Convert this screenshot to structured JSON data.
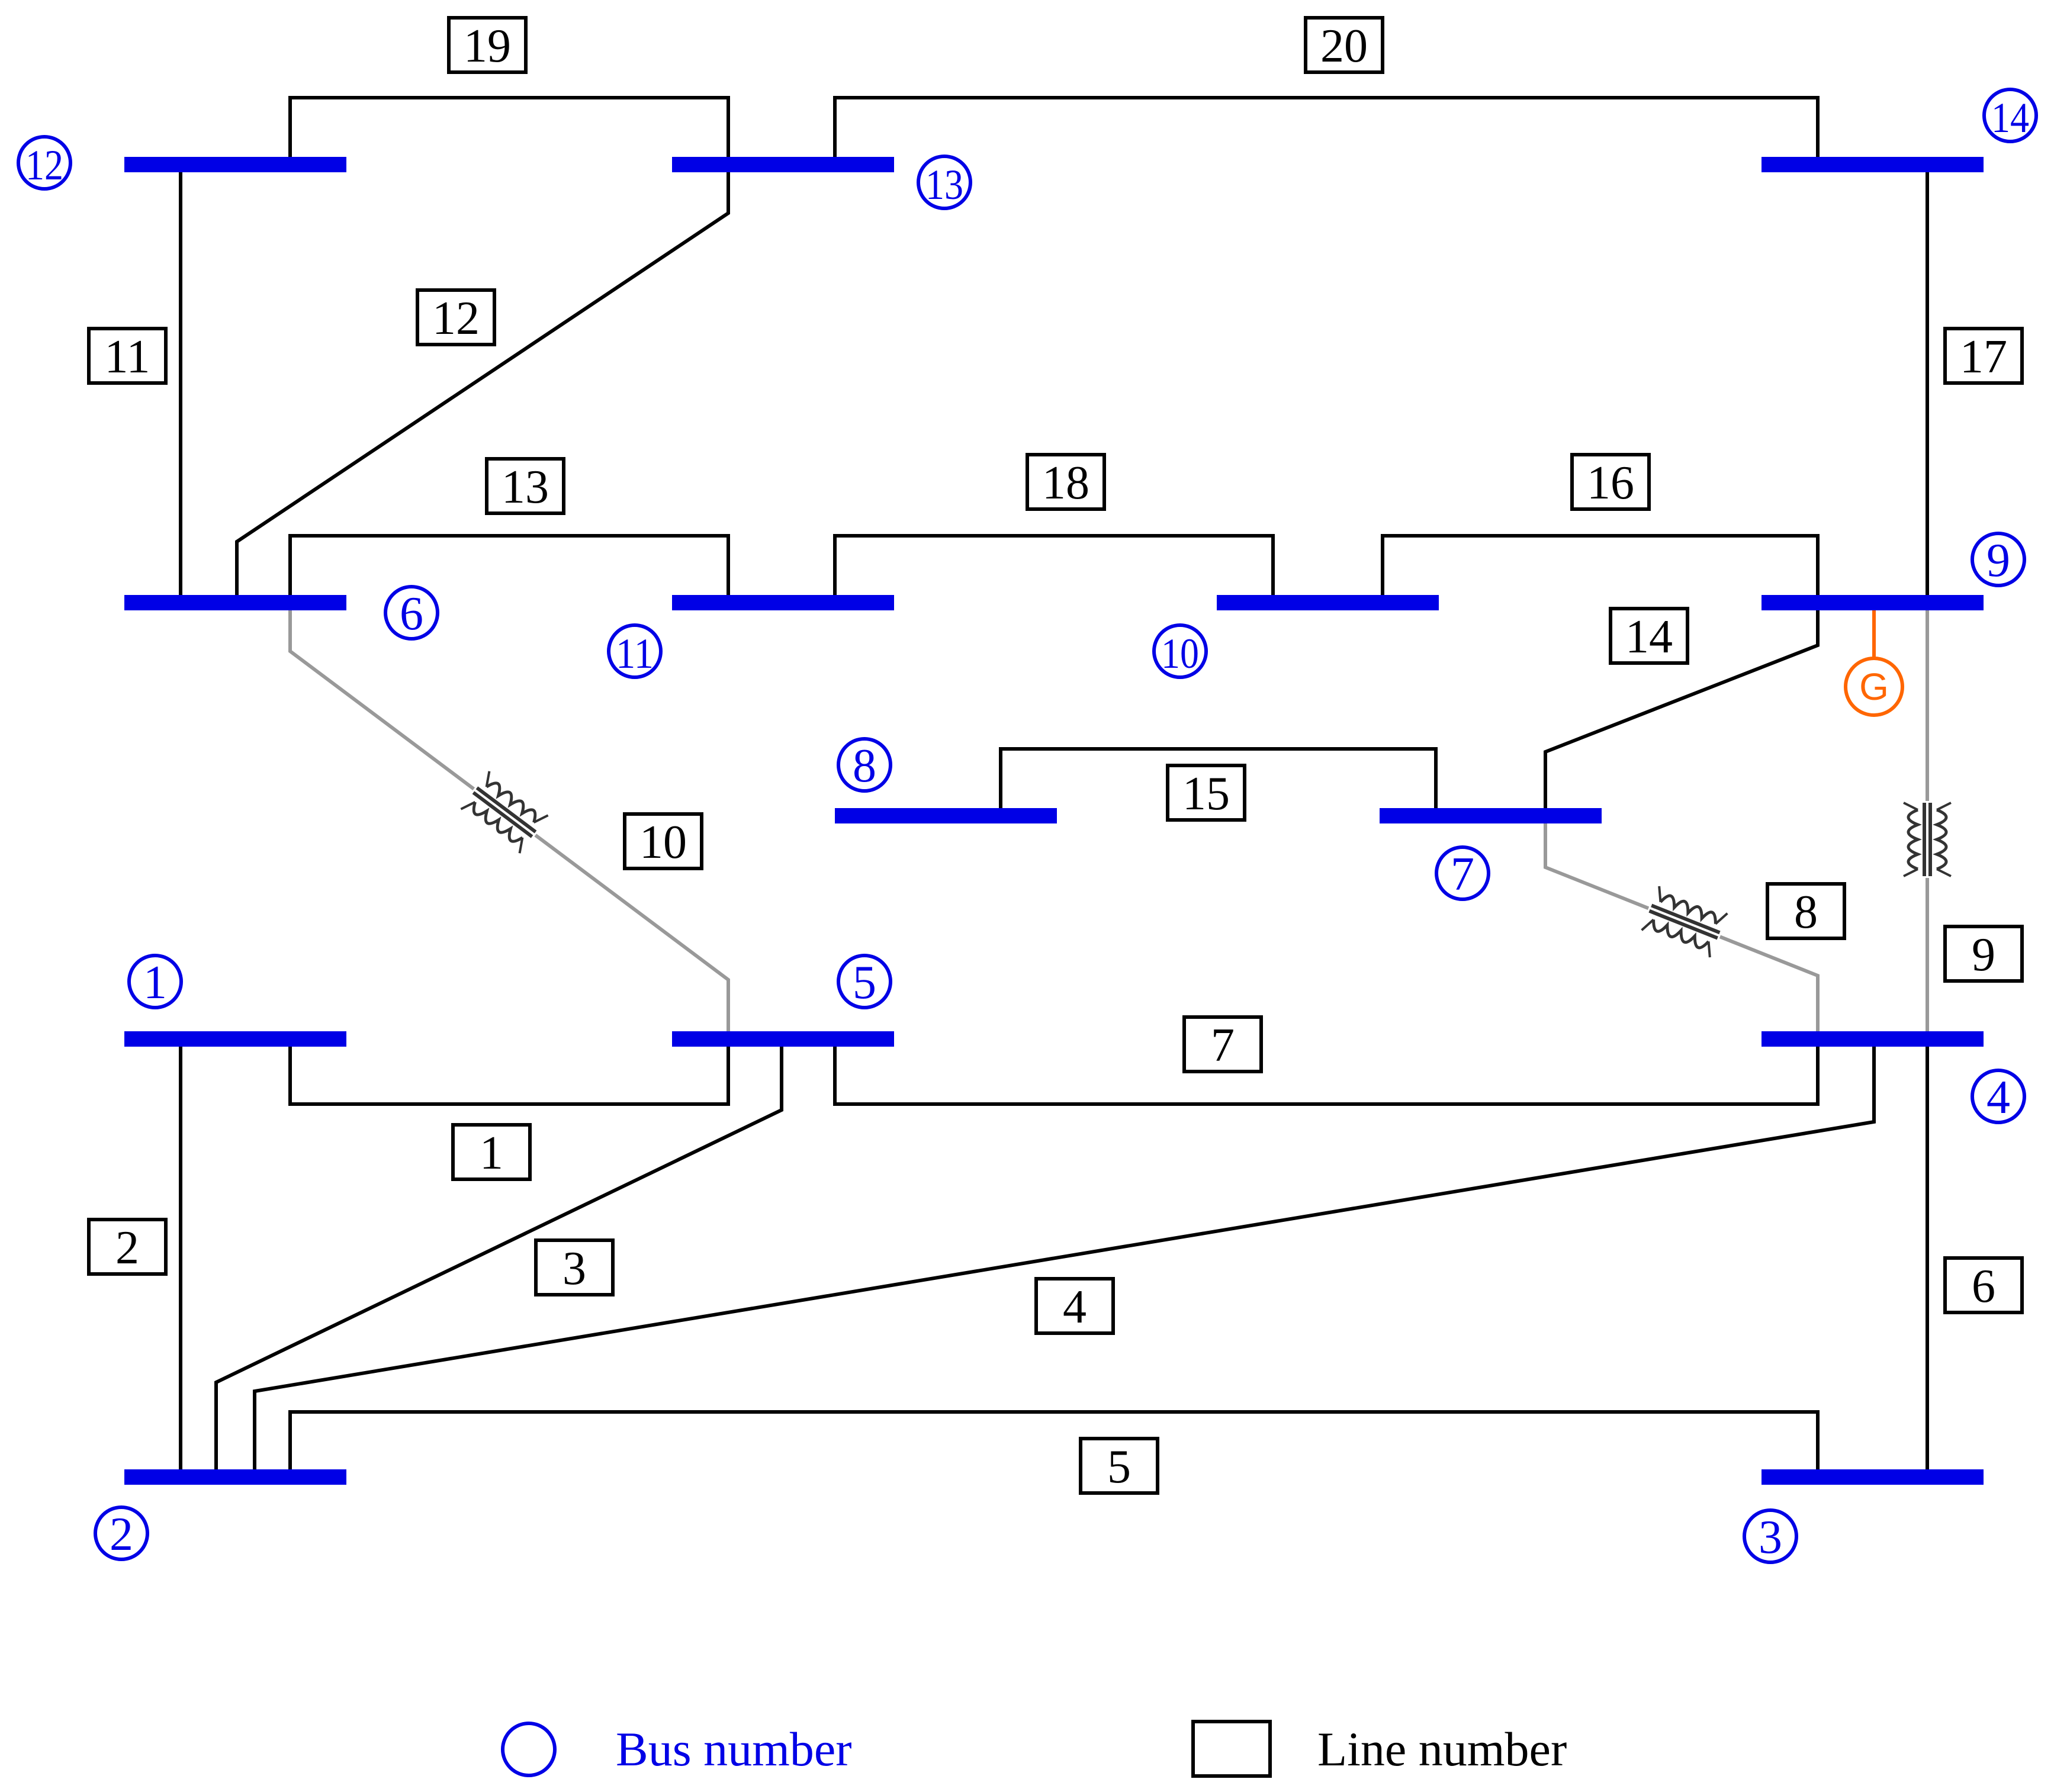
{
  "colors": {
    "bus": "#0000e6",
    "line": "#000000",
    "transformer_line": "#999999",
    "transformer_coil": "#333333",
    "generator": "#ff6600"
  },
  "buses": [
    "1",
    "2",
    "3",
    "4",
    "5",
    "6",
    "7",
    "8",
    "9",
    "10",
    "11",
    "12",
    "13",
    "14"
  ],
  "lines": [
    "1",
    "2",
    "3",
    "4",
    "5",
    "6",
    "7",
    "8",
    "9",
    "10",
    "11",
    "12",
    "13",
    "14",
    "15",
    "16",
    "17",
    "18",
    "19",
    "20"
  ],
  "generator": {
    "label": "G",
    "bus": "9"
  },
  "transformers": [
    {
      "line": "10",
      "from": "6",
      "to": "5"
    },
    {
      "line": "8",
      "from": "7",
      "to": "4"
    },
    {
      "line": "9",
      "from": "9",
      "to": "4"
    }
  ],
  "legend": {
    "bus": "Bus number",
    "line": "Line number"
  }
}
